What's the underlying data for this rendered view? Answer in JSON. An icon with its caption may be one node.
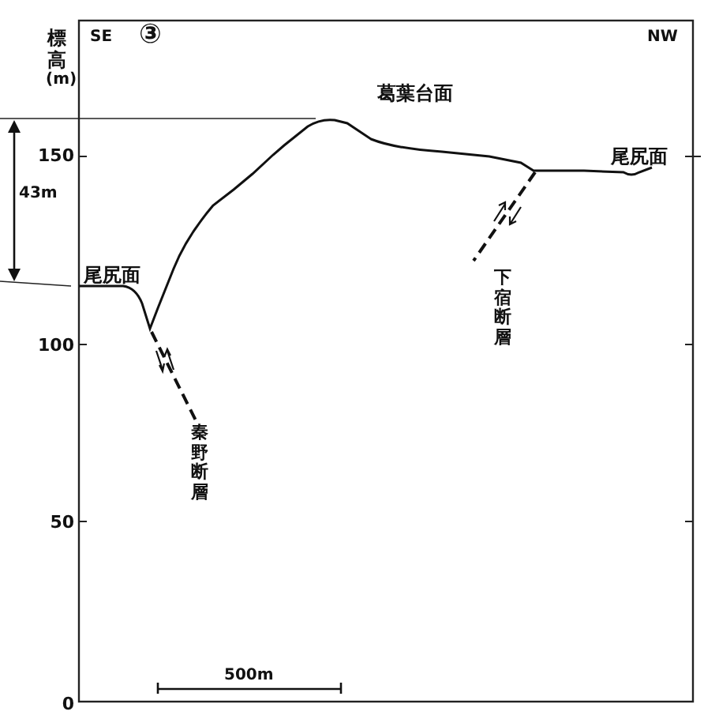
{
  "diagram": {
    "labels": [
      "標高",
      "(m)",
      "SE",
      "③",
      "NW",
      "葛葉台面",
      "43m",
      "150",
      "尾尻面",
      "尾尻面",
      "下宿断層",
      "100",
      "秦野断層",
      "50",
      "0",
      "500m"
    ]
  }
}
